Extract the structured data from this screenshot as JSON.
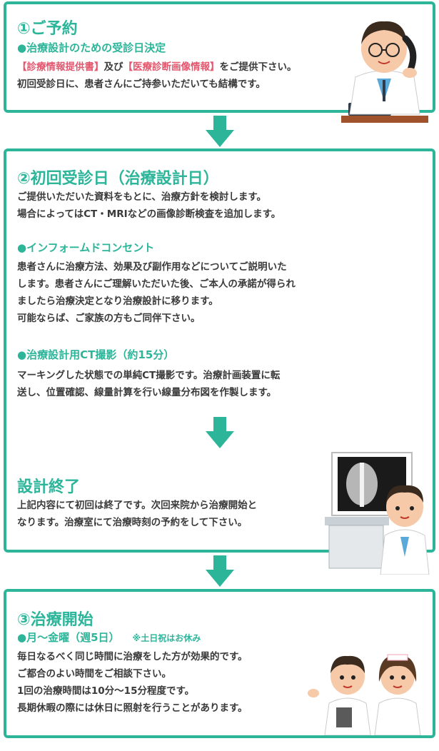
{
  "step1": {
    "title": "①ご予約",
    "subtitle": "●治療設計のための受診日決定",
    "line1_doc1": "【診療情報提供書】",
    "line1_mid": "及び",
    "line1_doc2": "【医療診断画像情報】",
    "line1_end": "をご提供下さい。",
    "line2": "初回受診日に、患者さんにご持参いただいても結構です。"
  },
  "step2": {
    "title": "②初回受診日（治療設計日）",
    "intro": [
      "ご提供いただいた資料をもとに、治療方針を検討します。",
      "場合によってはCT・MRIなどの画像診断検査を追加します。"
    ],
    "ic_title": "●インフォームドコンセント",
    "ic_body": [
      "患者さんに治療方法、効果及び副作用などについてご説明いた",
      "します。患者さんにご理解いただいた後、ご本人の承諾が得られ",
      "ましたら治療決定となり治療設計に移ります。",
      "可能ならば、ご家族の方もご同伴下さい。"
    ],
    "ct_title": "●治療設計用CT撮影（約15分）",
    "ct_body": [
      "マーキングした状態での単純CT撮影です。治療計画装置に転",
      "送し、位置確認、線量計算を行い線量分布図を作製します。"
    ],
    "done_title": "設計終了",
    "done_body": [
      "上記内容にて初回は終了です。次回来院から治療開始と",
      "なります。治療室にて治療時刻の予約をして下さい。"
    ]
  },
  "step3": {
    "title": "③治療開始",
    "schedule": "●月～金曜（週5日）",
    "holiday_note": "※土日祝はお休み",
    "body": [
      "毎日なるべく同じ時間に治療をした方が効果的です。",
      "ご都合のよい時間をご相談下さい。",
      "1回の治療時間は10分～15分程度です。",
      "長期休暇の際には休日に照射を行うことがあります。"
    ]
  },
  "colors": {
    "accent": "#2db59a",
    "highlight": "#e4576e",
    "text": "#3a3a3a"
  },
  "icons": [
    "doctor-phone-illustration",
    "doctor-xray-illustration",
    "nurses-illustration",
    "down-arrow-icon"
  ]
}
